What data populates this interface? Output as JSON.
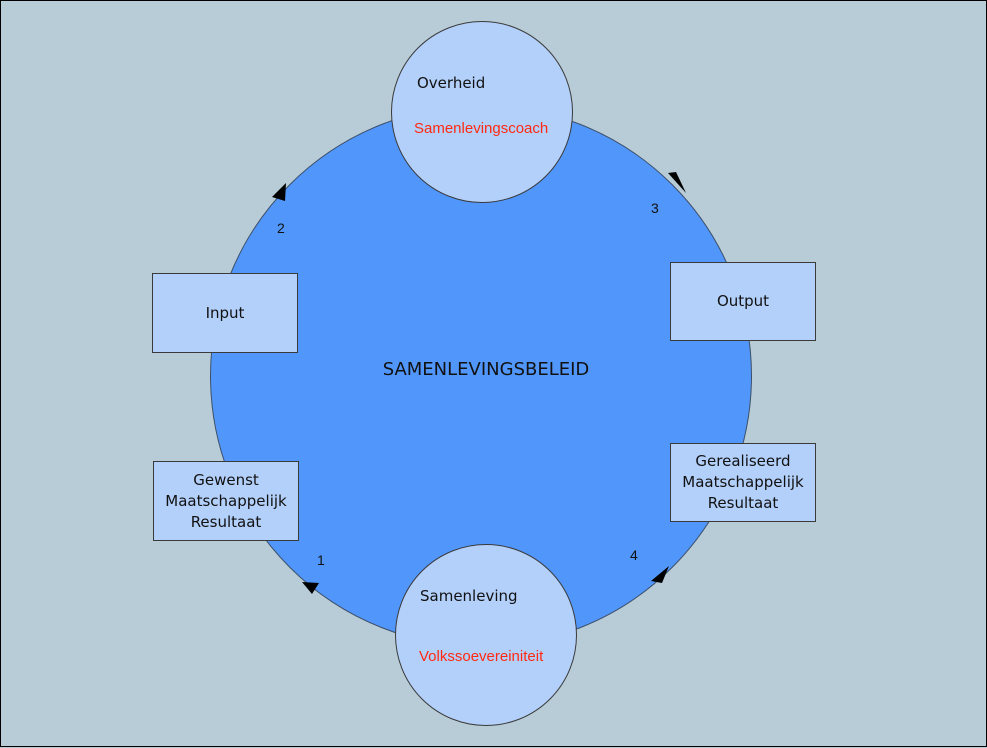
{
  "center_label": "SAMENLEVINGSBELEID",
  "top_node": {
    "title": "Overheid",
    "subtitle": "Samenlevingscoach"
  },
  "bottom_node": {
    "title": "Samenleving",
    "subtitle": "Volkssoevereiniteit"
  },
  "boxes": {
    "input": "Input",
    "output": "Output",
    "desired": [
      "Gewenst",
      "Maatschappelijk",
      "Resultaat"
    ],
    "realized": [
      "Gerealiseerd",
      "Maatschappelijk",
      "Resultaat"
    ]
  },
  "step_numbers": [
    "1",
    "2",
    "3",
    "4"
  ],
  "colors": {
    "background": "#b7ccd6",
    "main_circle": "#5197fb",
    "node_fill": "#b3d0fb",
    "accent_text": "#ff2a10"
  }
}
